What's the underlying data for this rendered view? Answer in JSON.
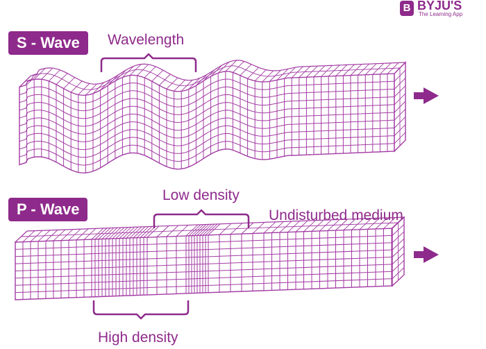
{
  "logo": {
    "mark": "B",
    "name": "BYJU'S",
    "tagline": "The Learning App"
  },
  "s_wave": {
    "badge": "S - Wave",
    "label_wavelength": "Wavelength"
  },
  "p_wave": {
    "badge": "P - Wave",
    "label_low_density": "Low density",
    "label_undisturbed": "Undisturbed medium",
    "label_high_density": "High density"
  },
  "colors": {
    "accent": "#8e2a8b",
    "grid": "#a23aa3",
    "face": "#ffffff"
  },
  "icons": [
    "arrow-right-icon",
    "arrow-right-icon"
  ]
}
